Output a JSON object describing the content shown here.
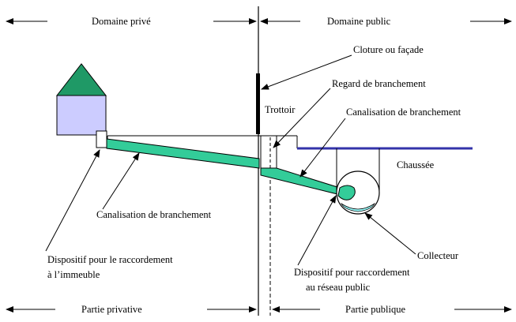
{
  "top": {
    "left_label": "Domaine privé",
    "right_label": "Domaine public"
  },
  "bottom": {
    "left_label": "Partie privative",
    "right_label": "Partie publique"
  },
  "labels": {
    "cloture": "Cloture ou façade",
    "regard": "Regard de branchement",
    "trottoir": "Trottoir",
    "canal_public": "Canalisation de branchement",
    "chaussee": "Chaussée",
    "canal_prive": "Canalisation de branchement",
    "collecteur": "Collecteur",
    "dispositif_immeuble_1": "Dispositif pour le raccordement",
    "dispositif_immeuble_2": "à l’immeuble",
    "dispositif_reseau_1": "Dispositif pour raccordement",
    "dispositif_reseau_2": "au réseau public"
  },
  "colors": {
    "pipe": "#33cc99",
    "roof": "#1f9966",
    "house": "#ccccff",
    "road": "#3333aa",
    "water": "#99ffff"
  }
}
